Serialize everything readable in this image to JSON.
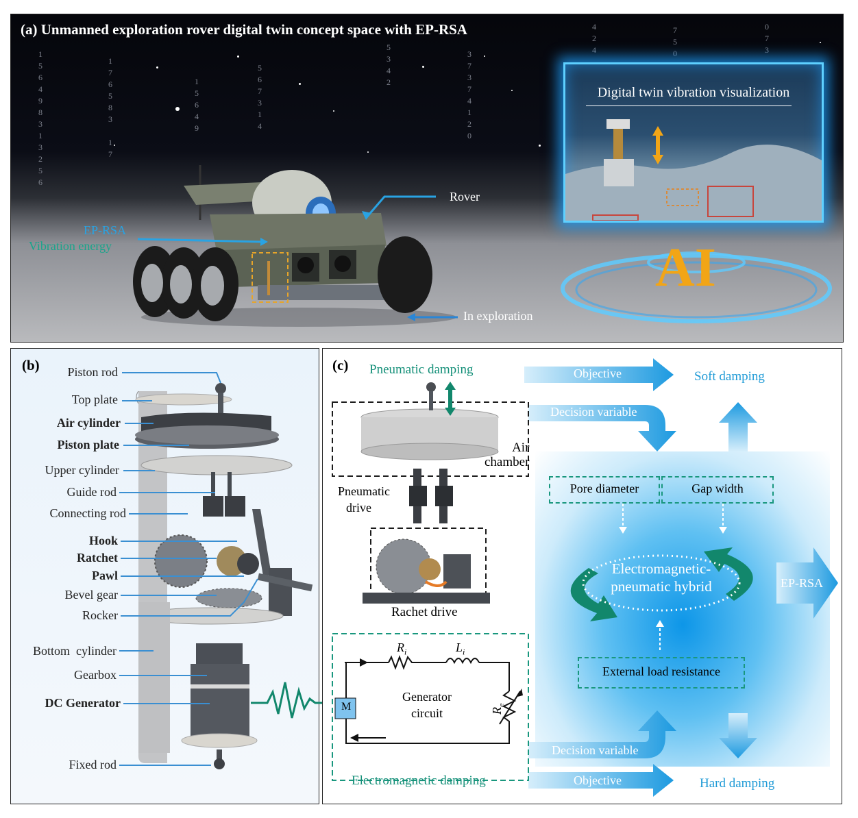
{
  "panel_a": {
    "title": "(a) Unmanned exploration rover digital twin concept space with EP-RSA",
    "rover_label": "Rover",
    "epsa_label": "EP-RSA",
    "vibration_label": "Vibration energy",
    "exploration_label": "In exploration",
    "twin_title": "Digital twin vibration visualization",
    "ai_label": "AI"
  },
  "panel_b": {
    "tag": "(b)",
    "labels": [
      "Piston rod",
      "Top plate",
      "Air cylinder",
      "Piston plate",
      "Upper cylinder",
      "Guide rod",
      "Connecting rod",
      "Hook",
      "Ratchet",
      "Pawl",
      "Bevel gear",
      "Rocker",
      "Bottom  cylinder",
      "Gearbox",
      "DC Generator",
      "Fixed rod"
    ]
  },
  "panel_c": {
    "tag": "(c)",
    "pneumatic_damping": "Pneumatic damping",
    "air_chamber_1": "Air",
    "air_chamber_2": "chamber",
    "pneumatic_drive_1": "Pneumatic",
    "pneumatic_drive_2": "drive",
    "rachet_drive": "Rachet drive",
    "ri": "R",
    "ri_sub": "i",
    "li": "L",
    "li_sub": "i",
    "re": "R",
    "re_sub": "e",
    "motor": "M",
    "generator_circuit_1": "Generator",
    "generator_circuit_2": "circuit",
    "electromagnetic_damping": "Electromagnetic damping",
    "objective_top": "Objective",
    "soft_damping": "Soft damping",
    "decision_top": "Decision variable",
    "pore_diameter": "Pore diameter",
    "gap_width": "Gap width",
    "hybrid_1": "Electromagnetic-",
    "hybrid_2": "pneumatic hybrid",
    "ep_rsa": "EP-RSA",
    "external_load": "External load resistance",
    "decision_bottom": "Decision variable",
    "objective_bottom": "Objective",
    "hard_damping": "Hard damping"
  }
}
